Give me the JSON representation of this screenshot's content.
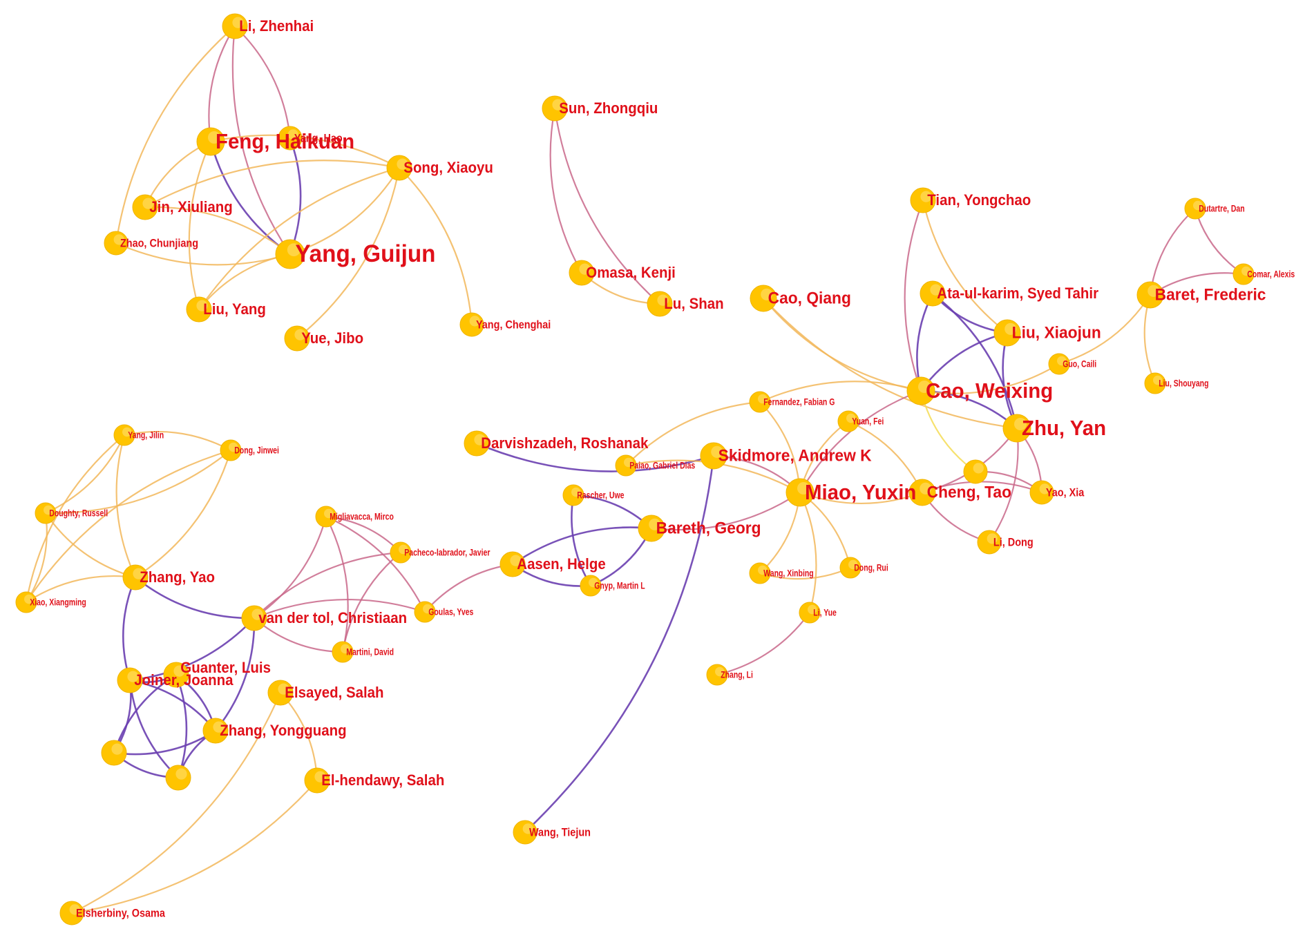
{
  "diagram": {
    "type": "co-authorship network",
    "colors": {
      "node_fill": "#ffc400",
      "label": "#e0101a",
      "edge_weak": "#f2b75a",
      "edge_mid": "#c9678a",
      "edge_strong": "#6a3fb0",
      "edge_yellow": "#f5dc55"
    },
    "nodes": [
      {
        "id": "li_zhenhai",
        "label": "Li, Zhenhai",
        "size": "m"
      },
      {
        "id": "feng_haikuan",
        "label": "Feng, Haikuan",
        "size": "xl"
      },
      {
        "id": "yang_hao",
        "label": "Yang, Hao",
        "size": "s"
      },
      {
        "id": "song_xiaoyu",
        "label": "Song, Xiaoyu",
        "size": "m"
      },
      {
        "id": "jin_xiuliang",
        "label": "Jin, Xiuliang",
        "size": "m"
      },
      {
        "id": "zhao_chunjiang",
        "label": "Zhao, Chunjiang",
        "size": "s"
      },
      {
        "id": "yang_guijun",
        "label": "Yang, Guijun",
        "size": "xxl"
      },
      {
        "id": "liu_yang",
        "label": "Liu, Yang",
        "size": "m"
      },
      {
        "id": "yue_jibo",
        "label": "Yue, Jibo",
        "size": "m"
      },
      {
        "id": "yang_chenghai",
        "label": "Yang, Chenghai",
        "size": "s"
      },
      {
        "id": "sun_zhongqiu",
        "label": "Sun, Zhongqiu",
        "size": "m"
      },
      {
        "id": "omasa_kenji",
        "label": "Omasa, Kenji",
        "size": "m"
      },
      {
        "id": "lu_shan",
        "label": "Lu, Shan",
        "size": "m"
      },
      {
        "id": "tian_yongchao",
        "label": "Tian, Yongchao",
        "size": "m"
      },
      {
        "id": "dutartre_dan",
        "label": "Dutartre, Dan",
        "size": "xs"
      },
      {
        "id": "comar_alexis",
        "label": "Comar, Alexis",
        "size": "xs"
      },
      {
        "id": "baret_frederic",
        "label": "Baret, Frederic",
        "size": "l"
      },
      {
        "id": "cao_qiang",
        "label": "Cao, Qiang",
        "size": "l"
      },
      {
        "id": "ata_ul_karim",
        "label": "Ata-ul-karim, Syed Tahir",
        "size": "m"
      },
      {
        "id": "liu_xiaojun",
        "label": "Liu, Xiaojun",
        "size": "l"
      },
      {
        "id": "guo_caili",
        "label": "Guo, Caili",
        "size": "xs"
      },
      {
        "id": "liu_shouyang",
        "label": "Liu, Shouyang",
        "size": "xs"
      },
      {
        "id": "cao_weixing",
        "label": "Cao, Weixing",
        "size": "xl"
      },
      {
        "id": "zhu_yan",
        "label": "Zhu, Yan",
        "size": "xl"
      },
      {
        "id": "fernandez_fabian",
        "label": "Fernandez, Fabian G",
        "size": "xs"
      },
      {
        "id": "yuan_fei",
        "label": "Yuan, Fei",
        "size": "xs"
      },
      {
        "id": "darvishzadeh",
        "label": "Darvishzadeh, Roshanak",
        "size": "m"
      },
      {
        "id": "skidmore",
        "label": "Skidmore, Andrew K",
        "size": "l"
      },
      {
        "id": "paiao_gabriel",
        "label": "Paiao, Gabriel Dias",
        "size": "xs"
      },
      {
        "id": "miao_yuxin",
        "label": "Miao, Yuxin",
        "size": "xl"
      },
      {
        "id": "cheng_tao",
        "label": "Cheng, Tao",
        "size": "l"
      },
      {
        "id": "yao_xia",
        "label": "Yao, Xia",
        "size": "s"
      },
      {
        "id": "li_dong",
        "label": "Li, Dong",
        "size": "s"
      },
      {
        "id": "unnamed_cheng_neighbor",
        "label": "",
        "size": "s"
      },
      {
        "id": "yang_jilin",
        "label": "Yang, Jilin",
        "size": "xs"
      },
      {
        "id": "dong_jinwei",
        "label": "Dong, Jinwei",
        "size": "xs"
      },
      {
        "id": "doughty_russell",
        "label": "Doughty, Russell",
        "size": "xs"
      },
      {
        "id": "zhang_yao",
        "label": "Zhang, Yao",
        "size": "m"
      },
      {
        "id": "xiao_xiangming",
        "label": "Xiao, Xiangming",
        "size": "xs"
      },
      {
        "id": "migliavacca",
        "label": "Migliavacca, Mirco",
        "size": "xs"
      },
      {
        "id": "pacheco",
        "label": "Pacheco-labrador, Javier",
        "size": "xs"
      },
      {
        "id": "rascher_uwe",
        "label": "Rascher, Uwe",
        "size": "xs"
      },
      {
        "id": "aasen_helge",
        "label": "Aasen, Helge",
        "size": "m"
      },
      {
        "id": "bareth_georg",
        "label": "Bareth, Georg",
        "size": "l"
      },
      {
        "id": "gnyp_martin",
        "label": "Gnyp, Martin L",
        "size": "xs"
      },
      {
        "id": "wang_xinbing",
        "label": "Wang, Xinbing",
        "size": "xs"
      },
      {
        "id": "dong_rui",
        "label": "Dong, Rui",
        "size": "xs"
      },
      {
        "id": "li_yue",
        "label": "Li, Yue",
        "size": "xs"
      },
      {
        "id": "zhang_li",
        "label": "Zhang, Li",
        "size": "xs"
      },
      {
        "id": "van_der_tol",
        "label": "van der tol, Christiaan",
        "size": "m"
      },
      {
        "id": "goulas_yves",
        "label": "Goulas, Yves",
        "size": "xs"
      },
      {
        "id": "martini_david",
        "label": "Martini, David",
        "size": "xs"
      },
      {
        "id": "joiner_joanna",
        "label": "Joiner, Joanna",
        "size": "m"
      },
      {
        "id": "guanter_luis",
        "label": "Guanter, Luis",
        "size": "m"
      },
      {
        "id": "elsayed_salah",
        "label": "Elsayed, Salah",
        "size": "m"
      },
      {
        "id": "zhang_yongguang",
        "label": "Zhang, Yongguang",
        "size": "m"
      },
      {
        "id": "unnamed_left_a",
        "label": "",
        "size": "m"
      },
      {
        "id": "unnamed_left_b",
        "label": "",
        "size": "m"
      },
      {
        "id": "el_hendawy",
        "label": "El-hendawy, Salah",
        "size": "m"
      },
      {
        "id": "wang_tiejun",
        "label": "Wang, Tiejun",
        "size": "s"
      },
      {
        "id": "elsherbiny_osama",
        "label": "Elsherbiny, Osama",
        "size": "s"
      }
    ],
    "edges": [
      [
        "li_zhenhai",
        "zhao_chunjiang",
        "weak"
      ],
      [
        "li_zhenhai",
        "feng_haikuan",
        "mid"
      ],
      [
        "li_zhenhai",
        "yang_guijun",
        "mid"
      ],
      [
        "li_zhenhai",
        "yang_hao",
        "mid"
      ],
      [
        "feng_haikuan",
        "yang_guijun",
        "strong"
      ],
      [
        "feng_haikuan",
        "liu_yang",
        "weak"
      ],
      [
        "feng_haikuan",
        "jin_xiuliang",
        "weak"
      ],
      [
        "feng_haikuan",
        "song_xiaoyu",
        "weak"
      ],
      [
        "yang_hao",
        "yang_guijun",
        "strong"
      ],
      [
        "song_xiaoyu",
        "yang_guijun",
        "weak"
      ],
      [
        "song_xiaoyu",
        "jin_xiuliang",
        "weak"
      ],
      [
        "song_xiaoyu",
        "liu_yang",
        "weak"
      ],
      [
        "song_xiaoyu",
        "yue_jibo",
        "weak"
      ],
      [
        "song_xiaoyu",
        "yang_chenghai",
        "weak"
      ],
      [
        "jin_xiuliang",
        "yang_guijun",
        "weak"
      ],
      [
        "zhao_chunjiang",
        "yang_guijun",
        "weak"
      ],
      [
        "liu_yang",
        "yang_guijun",
        "weak"
      ],
      [
        "sun_zhongqiu",
        "omasa_kenji",
        "mid"
      ],
      [
        "sun_zhongqiu",
        "lu_shan",
        "mid"
      ],
      [
        "omasa_kenji",
        "lu_shan",
        "weak"
      ],
      [
        "tian_yongchao",
        "cao_weixing",
        "mid"
      ],
      [
        "tian_yongchao",
        "liu_xiaojun",
        "weak"
      ],
      [
        "dutartre_dan",
        "baret_frederic",
        "mid"
      ],
      [
        "dutartre_dan",
        "comar_alexis",
        "mid"
      ],
      [
        "comar_alexis",
        "baret_frederic",
        "mid"
      ],
      [
        "baret_frederic",
        "guo_caili",
        "weak"
      ],
      [
        "baret_frederic",
        "liu_shouyang",
        "weak"
      ],
      [
        "cao_qiang",
        "cao_weixing",
        "weak"
      ],
      [
        "cao_qiang",
        "zhu_yan",
        "weak"
      ],
      [
        "ata_ul_karim",
        "cao_weixing",
        "strong"
      ],
      [
        "ata_ul_karim",
        "zhu_yan",
        "strong"
      ],
      [
        "ata_ul_karim",
        "liu_xiaojun",
        "strong"
      ],
      [
        "liu_xiaojun",
        "cao_weixing",
        "strong"
      ],
      [
        "liu_xiaojun",
        "zhu_yan",
        "strong"
      ],
      [
        "cao_weixing",
        "zhu_yan",
        "strong"
      ],
      [
        "cao_weixing",
        "fernandez_fabian",
        "weak"
      ],
      [
        "cao_weixing",
        "miao_yuxin",
        "mid"
      ],
      [
        "cao_weixing",
        "unnamed_cheng_neighbor",
        "yellow"
      ],
      [
        "cao_weixing",
        "guo_caili",
        "weak"
      ],
      [
        "zhu_yan",
        "cheng_tao",
        "mid"
      ],
      [
        "zhu_yan",
        "yao_xia",
        "mid"
      ],
      [
        "zhu_yan",
        "li_dong",
        "mid"
      ],
      [
        "yuan_fei",
        "miao_yuxin",
        "weak"
      ],
      [
        "yuan_fei",
        "cheng_tao",
        "weak"
      ],
      [
        "fernandez_fabian",
        "miao_yuxin",
        "weak"
      ],
      [
        "fernandez_fabian",
        "paiao_gabriel",
        "weak"
      ],
      [
        "darvishzadeh",
        "skidmore",
        "strong"
      ],
      [
        "skidmore",
        "wang_tiejun",
        "strong"
      ],
      [
        "skidmore",
        "miao_yuxin",
        "mid"
      ],
      [
        "paiao_gabriel",
        "miao_yuxin",
        "weak"
      ],
      [
        "miao_yuxin",
        "cheng_tao",
        "weak"
      ],
      [
        "miao_yuxin",
        "bareth_georg",
        "mid"
      ],
      [
        "miao_yuxin",
        "wang_xinbing",
        "weak"
      ],
      [
        "miao_yuxin",
        "dong_rui",
        "weak"
      ],
      [
        "miao_yuxin",
        "li_yue",
        "weak"
      ],
      [
        "cheng_tao",
        "li_dong",
        "mid"
      ],
      [
        "cheng_tao",
        "yao_xia",
        "mid"
      ],
      [
        "unnamed_cheng_neighbor",
        "yao_xia",
        "mid"
      ],
      [
        "li_yue",
        "zhang_li",
        "mid"
      ],
      [
        "wang_xinbing",
        "dong_rui",
        "weak"
      ],
      [
        "rascher_uwe",
        "bareth_georg",
        "strong"
      ],
      [
        "rascher_uwe",
        "gnyp_martin",
        "strong"
      ],
      [
        "aasen_helge",
        "bareth_georg",
        "strong"
      ],
      [
        "aasen_helge",
        "gnyp_martin",
        "strong"
      ],
      [
        "bareth_georg",
        "gnyp_martin",
        "strong"
      ],
      [
        "aasen_helge",
        "goulas_yves",
        "mid"
      ],
      [
        "yang_jilin",
        "dong_jinwei",
        "weak"
      ],
      [
        "yang_jilin",
        "doughty_russell",
        "weak"
      ],
      [
        "yang_jilin",
        "zhang_yao",
        "weak"
      ],
      [
        "yang_jilin",
        "xiao_xiangming",
        "weak"
      ],
      [
        "dong_jinwei",
        "doughty_russell",
        "weak"
      ],
      [
        "dong_jinwei",
        "zhang_yao",
        "weak"
      ],
      [
        "dong_jinwei",
        "xiao_xiangming",
        "weak"
      ],
      [
        "doughty_russell",
        "zhang_yao",
        "weak"
      ],
      [
        "doughty_russell",
        "xiao_xiangming",
        "weak"
      ],
      [
        "zhang_yao",
        "xiao_xiangming",
        "weak"
      ],
      [
        "zhang_yao",
        "van_der_tol",
        "strong"
      ],
      [
        "zhang_yao",
        "joiner_joanna",
        "strong"
      ],
      [
        "migliavacca",
        "van_der_tol",
        "mid"
      ],
      [
        "migliavacca",
        "pacheco",
        "mid"
      ],
      [
        "migliavacca",
        "goulas_yves",
        "mid"
      ],
      [
        "migliavacca",
        "martini_david",
        "mid"
      ],
      [
        "pacheco",
        "van_der_tol",
        "mid"
      ],
      [
        "pacheco",
        "martini_david",
        "mid"
      ],
      [
        "van_der_tol",
        "goulas_yves",
        "mid"
      ],
      [
        "van_der_tol",
        "martini_david",
        "mid"
      ],
      [
        "van_der_tol",
        "joiner_joanna",
        "strong"
      ],
      [
        "van_der_tol",
        "zhang_yongguang",
        "strong"
      ],
      [
        "joiner_joanna",
        "guanter_luis",
        "strong"
      ],
      [
        "joiner_joanna",
        "zhang_yongguang",
        "strong"
      ],
      [
        "joiner_joanna",
        "unnamed_left_a",
        "strong"
      ],
      [
        "joiner_joanna",
        "unnamed_left_b",
        "strong"
      ],
      [
        "guanter_luis",
        "zhang_yongguang",
        "strong"
      ],
      [
        "guanter_luis",
        "unnamed_left_a",
        "strong"
      ],
      [
        "guanter_luis",
        "unnamed_left_b",
        "strong"
      ],
      [
        "zhang_yongguang",
        "unnamed_left_a",
        "strong"
      ],
      [
        "zhang_yongguang",
        "unnamed_left_b",
        "strong"
      ],
      [
        "unnamed_left_a",
        "unnamed_left_b",
        "strong"
      ],
      [
        "elsayed_salah",
        "el_hendawy",
        "weak"
      ],
      [
        "elsayed_salah",
        "elsherbiny_osama",
        "weak"
      ],
      [
        "el_hendawy",
        "elsherbiny_osama",
        "weak"
      ]
    ]
  }
}
